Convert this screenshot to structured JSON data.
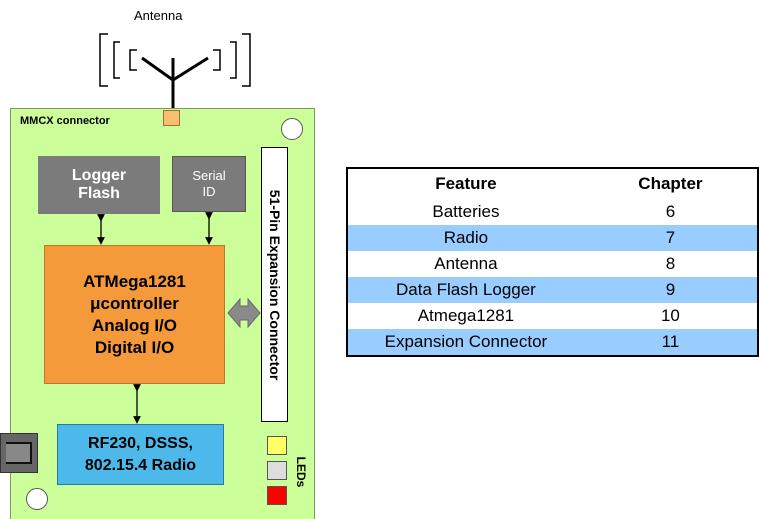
{
  "diagram": {
    "antenna_label": "Antenna",
    "mmcx_label": "MMCX connector",
    "logger_flash": "Logger\nFlash",
    "serial_id": "Serial\nID",
    "mcu": "ATMega1281\nμcontroller\nAnalog I/O\nDigital I/O",
    "radio": "RF230, DSSS,\n802.15.4 Radio",
    "expansion_connector": "51-Pin Expansion Connector",
    "leds_label": "LEDs",
    "led_colors": [
      "#ffff66",
      "#dddddd",
      "#ff0000"
    ],
    "colors": {
      "board": "#ccff99",
      "logger_box": "#7b7b7b",
      "mcu_box": "#f59a3a",
      "radio_box": "#4db8ea"
    }
  },
  "table": {
    "headers": [
      "Feature",
      "Chapter"
    ],
    "rows": [
      [
        "Batteries",
        "6"
      ],
      [
        "Radio",
        "7"
      ],
      [
        "Antenna",
        "8"
      ],
      [
        "Data Flash Logger",
        "9"
      ],
      [
        "Atmega1281",
        "10"
      ],
      [
        "Expansion Connector",
        "11"
      ]
    ],
    "stripe_color": "#99ccff"
  }
}
